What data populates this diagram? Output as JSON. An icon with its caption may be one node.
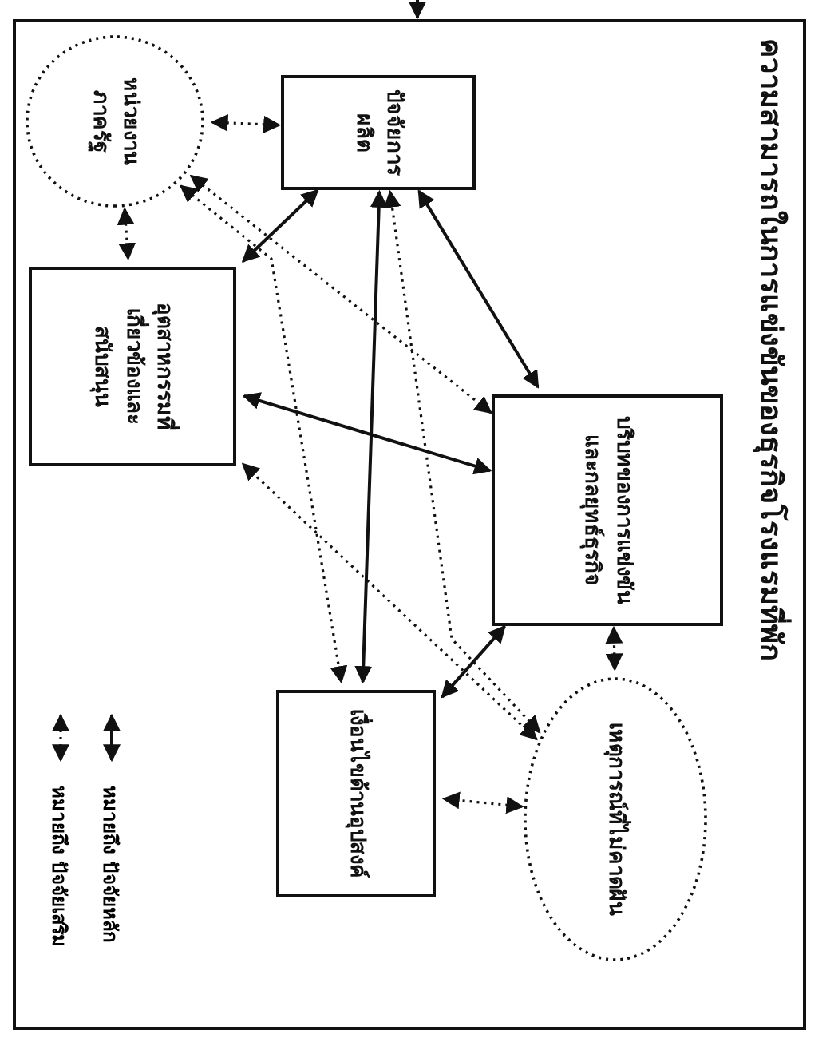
{
  "diagram": {
    "nodes": [
      {
        "text": [
          "ความสามารถในการแข่งขันของธุรกิจโรงแรมที่พัก"
        ]
      },
      {
        "text": [
          "ปัจจัยการผลิต"
        ],
        "in": 0
      },
      {
        "text": [
          "หน่วยงานภาครัฐ"
        ],
        "in": 0
      },
      {
        "text": [
          "อุตสาหกรรมที่เกี่ยวข้องและสนับสนุน"
        ],
        "in": 0
      },
      {
        "text": [
          "บริบทของการแข่งขันและกลยุทธ์ธุรกิจ"
        ],
        "in": 0
      },
      {
        "text": [
          "เงื่อนไขด้านอุปสงค์"
        ],
        "in": 0
      },
      {
        "text": [
          "เหตุการณ์ที่ไม่คาดฝัน"
        ],
        "in": 0
      }
    ],
    "edges": [
      {
        "from": null,
        "to": 0,
        "arrow": "to"
      },
      {
        "from": 1,
        "to": 3,
        "arrow": "both"
      },
      {
        "from": 1,
        "to": 4,
        "arrow": "both"
      },
      {
        "from": 3,
        "to": 4,
        "arrow": "both"
      },
      {
        "from": 1,
        "to": 5,
        "arrow": "both"
      },
      {
        "from": 5,
        "to": 4,
        "arrow": "both"
      },
      {
        "from": 2,
        "to": 1,
        "arrow": "both",
        "style": "dashed"
      },
      {
        "from": 2,
        "to": 3,
        "arrow": "both",
        "style": "dashed"
      },
      {
        "from": 2,
        "to": 4,
        "arrow": "both",
        "style": "dashed"
      },
      {
        "from": 2,
        "to": 5,
        "arrow": "both",
        "style": "dashed"
      },
      {
        "from": 6,
        "to": 3,
        "arrow": "both",
        "style": "dashed"
      },
      {
        "from": 6,
        "to": 1,
        "arrow": "both",
        "style": "dashed"
      },
      {
        "from": 6,
        "to": 4,
        "arrow": "both",
        "style": "dashed"
      },
      {
        "from": 6,
        "to": 5,
        "arrow": "both",
        "style": "dashed"
      }
    ],
    "legend": [
      {
        "text": "หมายถึง ปัจจัยหลัก"
      },
      {
        "text": "หมายถึง ปัจจัยเสริม"
      }
    ]
  }
}
